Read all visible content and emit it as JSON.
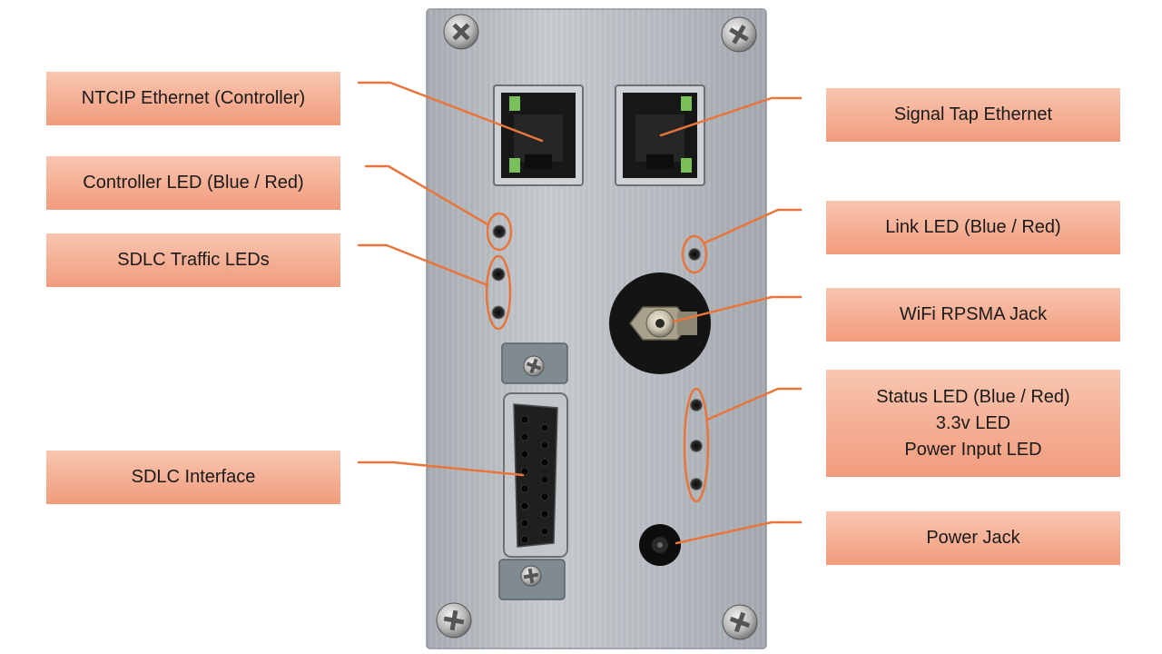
{
  "colors": {
    "label_fill_top": "#f8c4ae",
    "label_fill_bottom": "#f09a7a",
    "callout_line": "#e8763c",
    "panel": "#b9bec4",
    "panel_edge": "#9aa0a6"
  },
  "labels": {
    "ntcip_ethernet": "NTCIP Ethernet (Controller)",
    "controller_led": "Controller LED (Blue / Red)",
    "sdlc_traffic_leds": "SDLC Traffic LEDs",
    "sdlc_interface": "SDLC Interface",
    "signal_tap_ethernet": "Signal Tap Ethernet",
    "link_led": "Link LED (Blue / Red)",
    "wifi_rpsma_jack": "WiFi RPSMA Jack",
    "status_led_lines": [
      "Status LED (Blue / Red)",
      "3.3v LED",
      "Power Input LED"
    ],
    "power_jack": "Power Jack"
  }
}
